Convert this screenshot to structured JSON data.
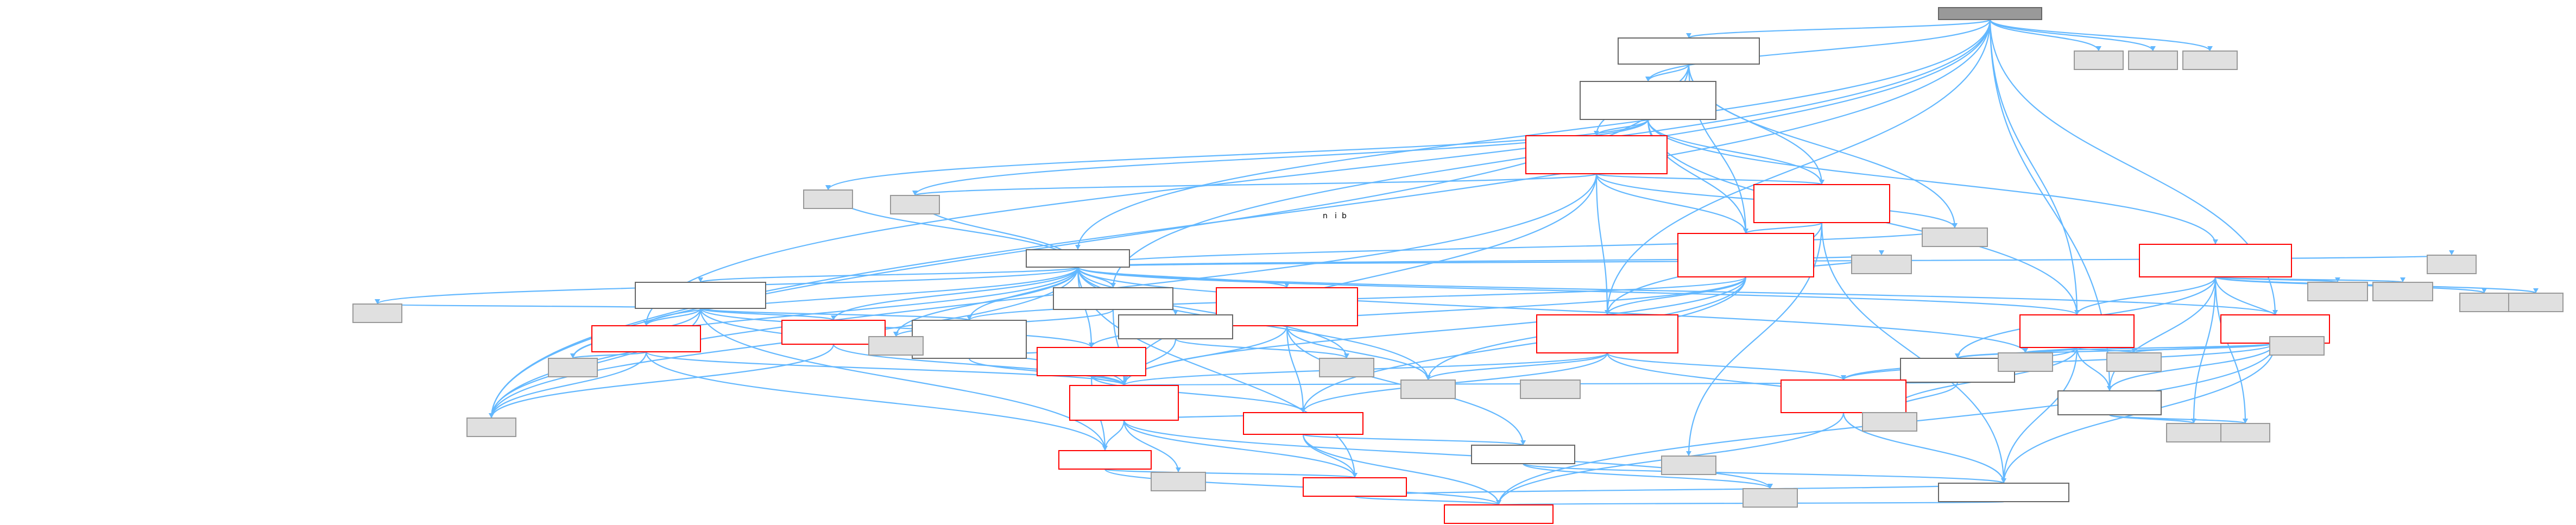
{
  "diagram": {
    "type": "include-dependency-graph",
    "colors": {
      "edge": "#63b8ff",
      "root_fill": "#999999",
      "red_border": "#ff0000",
      "system_header_fill": "#e0e0e0"
    }
  },
  "nodes": [
    {
      "id": "root",
      "kind": "root"
    },
    {
      "id": "n01",
      "kind": "white"
    },
    {
      "id": "n02",
      "kind": "white"
    },
    {
      "id": "n03",
      "kind": "red"
    },
    {
      "id": "n04",
      "kind": "red"
    },
    {
      "id": "n05",
      "kind": "white"
    },
    {
      "id": "n06",
      "kind": "red"
    },
    {
      "id": "n07",
      "kind": "red"
    },
    {
      "id": "n08",
      "kind": "white"
    },
    {
      "id": "n09",
      "kind": "white"
    },
    {
      "id": "n10",
      "kind": "red"
    },
    {
      "id": "n11",
      "kind": "white"
    },
    {
      "id": "n12",
      "kind": "red"
    },
    {
      "id": "n13",
      "kind": "white"
    },
    {
      "id": "n14",
      "kind": "red"
    },
    {
      "id": "n15",
      "kind": "red"
    },
    {
      "id": "n16",
      "kind": "white"
    },
    {
      "id": "n17",
      "kind": "red"
    },
    {
      "id": "n18",
      "kind": "red"
    },
    {
      "id": "n19",
      "kind": "red"
    },
    {
      "id": "n20",
      "kind": "white"
    },
    {
      "id": "n21",
      "kind": "red"
    },
    {
      "id": "n22",
      "kind": "red"
    },
    {
      "id": "n23",
      "kind": "white"
    },
    {
      "id": "n24",
      "kind": "red"
    },
    {
      "id": "n25",
      "kind": "white"
    },
    {
      "id": "n26",
      "kind": "red"
    },
    {
      "id": "n27",
      "kind": "white"
    },
    {
      "id": "n28",
      "kind": "red"
    },
    {
      "id": "n29",
      "kind": "red"
    },
    {
      "id": "g01",
      "kind": "gray"
    },
    {
      "id": "g02",
      "kind": "gray"
    },
    {
      "id": "g03",
      "kind": "gray"
    },
    {
      "id": "g04",
      "kind": "gray"
    },
    {
      "id": "g05",
      "kind": "gray"
    },
    {
      "id": "g06",
      "kind": "gray"
    },
    {
      "id": "g07",
      "kind": "gray"
    },
    {
      "id": "g08",
      "kind": "gray"
    },
    {
      "id": "g09",
      "kind": "gray"
    },
    {
      "id": "g10",
      "kind": "gray"
    },
    {
      "id": "g11",
      "kind": "gray"
    },
    {
      "id": "g12",
      "kind": "gray"
    },
    {
      "id": "g13",
      "kind": "gray"
    },
    {
      "id": "g14",
      "kind": "gray"
    },
    {
      "id": "g15",
      "kind": "gray"
    },
    {
      "id": "g16",
      "kind": "gray"
    },
    {
      "id": "g17",
      "kind": "gray"
    },
    {
      "id": "g18",
      "kind": "gray"
    },
    {
      "id": "g19",
      "kind": "gray"
    },
    {
      "id": "g20",
      "kind": "gray"
    },
    {
      "id": "g21",
      "kind": "gray"
    },
    {
      "id": "g22",
      "kind": "gray"
    },
    {
      "id": "g23",
      "kind": "gray"
    },
    {
      "id": "g24",
      "kind": "gray"
    },
    {
      "id": "g25",
      "kind": "gray"
    },
    {
      "id": "g26",
      "kind": "gray"
    },
    {
      "id": "g27",
      "kind": "gray"
    },
    {
      "id": "g28",
      "kind": "gray"
    }
  ],
  "visible_text_fragments": {
    "f1": "n",
    "f2": "i",
    "f3": "b"
  }
}
